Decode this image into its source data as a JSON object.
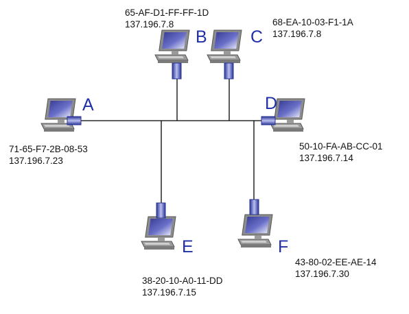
{
  "hosts": {
    "A": {
      "label": "A",
      "mac": "71-65-F7-2B-08-53",
      "ip": "137.196.7.23"
    },
    "B": {
      "label": "B",
      "mac": "65-AF-D1-FF-FF-1D",
      "ip": "137.196.7.8"
    },
    "C": {
      "label": "C",
      "mac": "68-EA-10-03-F1-1A",
      "ip": "137.196.7.8"
    },
    "D": {
      "label": "D",
      "mac": "50-10-FA-AB-CC-01",
      "ip": "137.196.7.14"
    },
    "E": {
      "label": "E",
      "mac": "38-20-10-A0-11-DD",
      "ip": "137.196.7.15"
    },
    "F": {
      "label": "F",
      "mac": "43-80-02-EE-AE-14",
      "ip": "137.196.7.30"
    }
  },
  "icons": {
    "host": "desktop-computer-icon",
    "connector": "network-adapter-icon"
  },
  "colors": {
    "label": "#1f2fa8",
    "adapter": "#3a49b5",
    "cable": "#000000",
    "screen": "#3b3f98"
  }
}
